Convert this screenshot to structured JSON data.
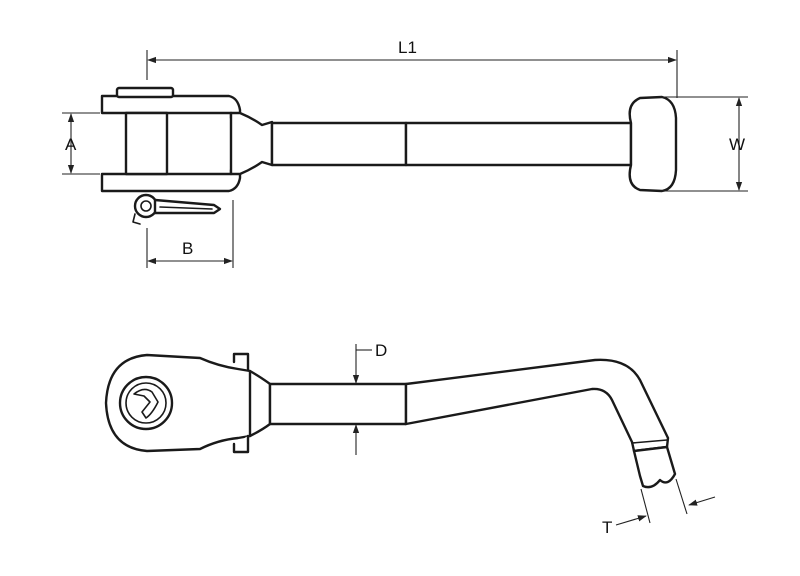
{
  "dimensions": {
    "L1": "L1",
    "A": "A",
    "B": "B",
    "W": "W",
    "D": "D",
    "T": "T"
  }
}
